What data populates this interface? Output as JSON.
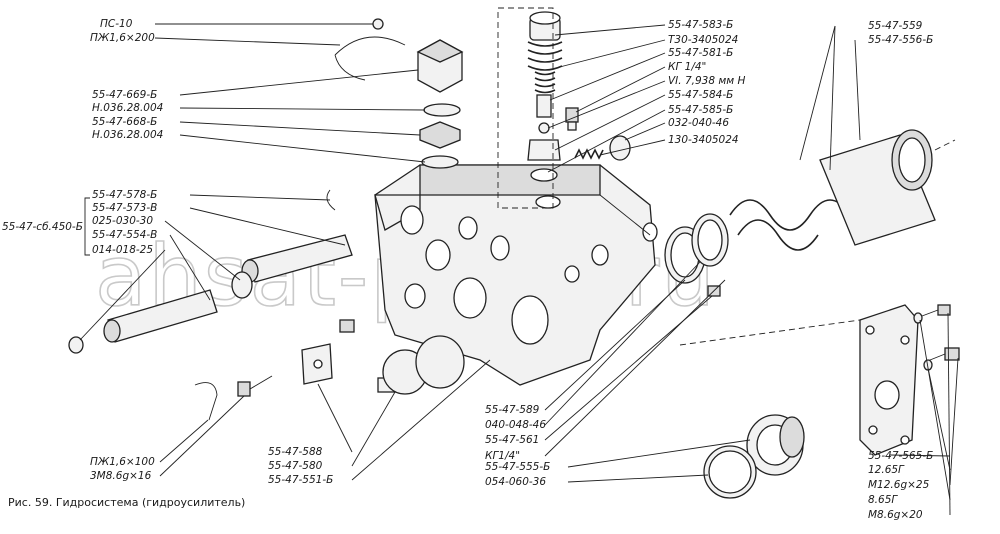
{
  "caption": "Рис. 59. Гидросистема (гидроусилитель)",
  "watermark": "ahsat-parts.ru",
  "labels": {
    "l01": "ПС-10",
    "l02": "ПЖ1,6×200",
    "l03": "55-47-669-Б",
    "l04": "Н.036.28.004",
    "l05": "55-47-668-Б",
    "l06": "Н.036.28.004",
    "l07": "55-47-578-Б",
    "l08": "55-47-573-В",
    "l09": "025-030-30",
    "l10": "55-47-554-В",
    "l11": "014-018-25",
    "l12": "55-47-сб.450-Б",
    "l13": "ПЖ1,6×100",
    "l14": "3М8.6g×16",
    "l15": "55-47-588",
    "l16": "55-47-580",
    "l17": "55-47-551-Б",
    "l18": "55-47-583-Б",
    "l19": "Т30-3405024",
    "l20": "55-47-581-Б",
    "l21": "КГ 1/4\"",
    "l22": "VI. 7,938 мм Н",
    "l23": "55-47-584-Б",
    "l24": "55-47-585-Б",
    "l25": "032-040-46",
    "l26": "130-3405024",
    "l27": "55-47-559",
    "l28": "55-47-556-Б",
    "l29": "55-47-589",
    "l30": "040-048-46",
    "l31": "55-47-561",
    "l32": "КГ1/4\"",
    "l33": "55-47-555-Б",
    "l34": "054-060-36",
    "l35": "55-47-565-Б",
    "l36": "12.65Г",
    "l37": "М12.6g×25",
    "l38": "8.65Г",
    "l39": "М8.6g×20"
  }
}
